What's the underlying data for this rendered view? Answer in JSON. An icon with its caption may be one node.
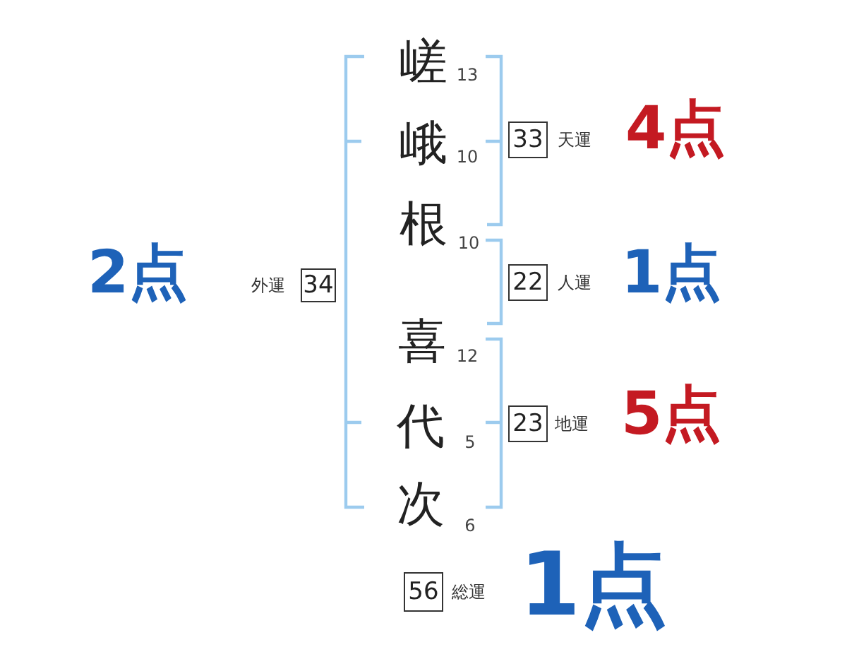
{
  "diagram": {
    "nodes": [
      {
        "text": [
          "33"
        ],
        "beside": [
          "天運",
          "4点"
        ]
      },
      {
        "text": [
          "34"
        ],
        "beside": [
          "外運",
          "2点"
        ]
      },
      {
        "text": [
          "22"
        ],
        "beside": [
          "人運",
          "1点"
        ]
      },
      {
        "text": [
          "23"
        ],
        "beside": [
          "地運",
          "5点"
        ]
      },
      {
        "text": [
          "56"
        ],
        "beside": [
          "総運",
          "1点"
        ]
      },
      {
        "text": [],
        "shape": "bracket"
      },
      {
        "text": [],
        "shape": "bracket"
      },
      {
        "text": [],
        "shape": "bracket"
      },
      {
        "text": [],
        "shape": "bracket"
      }
    ],
    "labels": [
      "嵯",
      "13",
      "峨",
      "10",
      "根",
      "10",
      "喜",
      "12",
      "代",
      "5",
      "次",
      "6"
    ]
  }
}
